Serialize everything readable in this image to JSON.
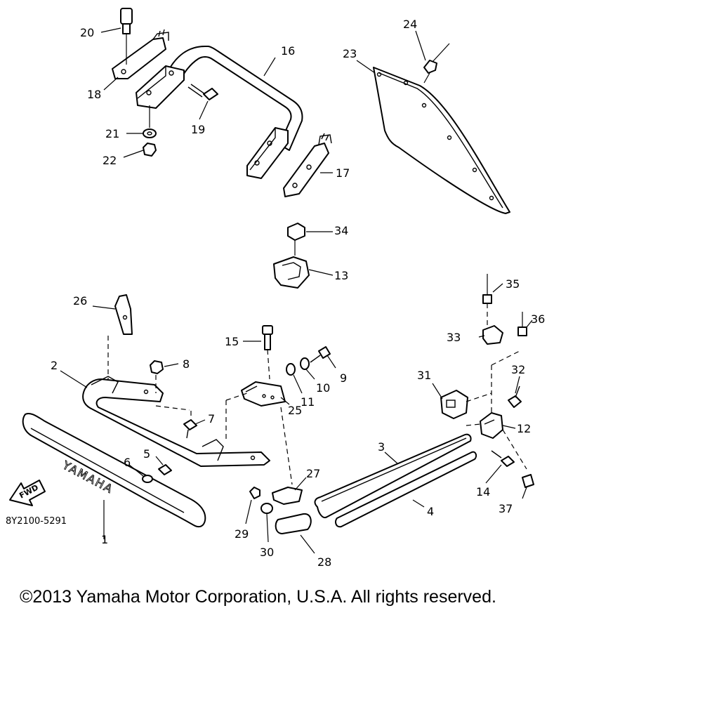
{
  "diagram": {
    "code": "8Y2100-5291",
    "brand_text": "YAMAHA",
    "direction_label": "FWD",
    "callouts": [
      "1",
      "2",
      "3",
      "4",
      "5",
      "6",
      "7",
      "8",
      "9",
      "10",
      "11",
      "12",
      "13",
      "14",
      "15",
      "16",
      "17",
      "18",
      "19",
      "20",
      "21",
      "22",
      "23",
      "24",
      "25",
      "26",
      "27",
      "28",
      "29",
      "30",
      "31",
      "32",
      "33",
      "34",
      "35",
      "36",
      "37"
    ]
  },
  "footer": {
    "copyright": "©2013 Yamaha Motor Corporation, U.S.A. All rights reserved."
  }
}
